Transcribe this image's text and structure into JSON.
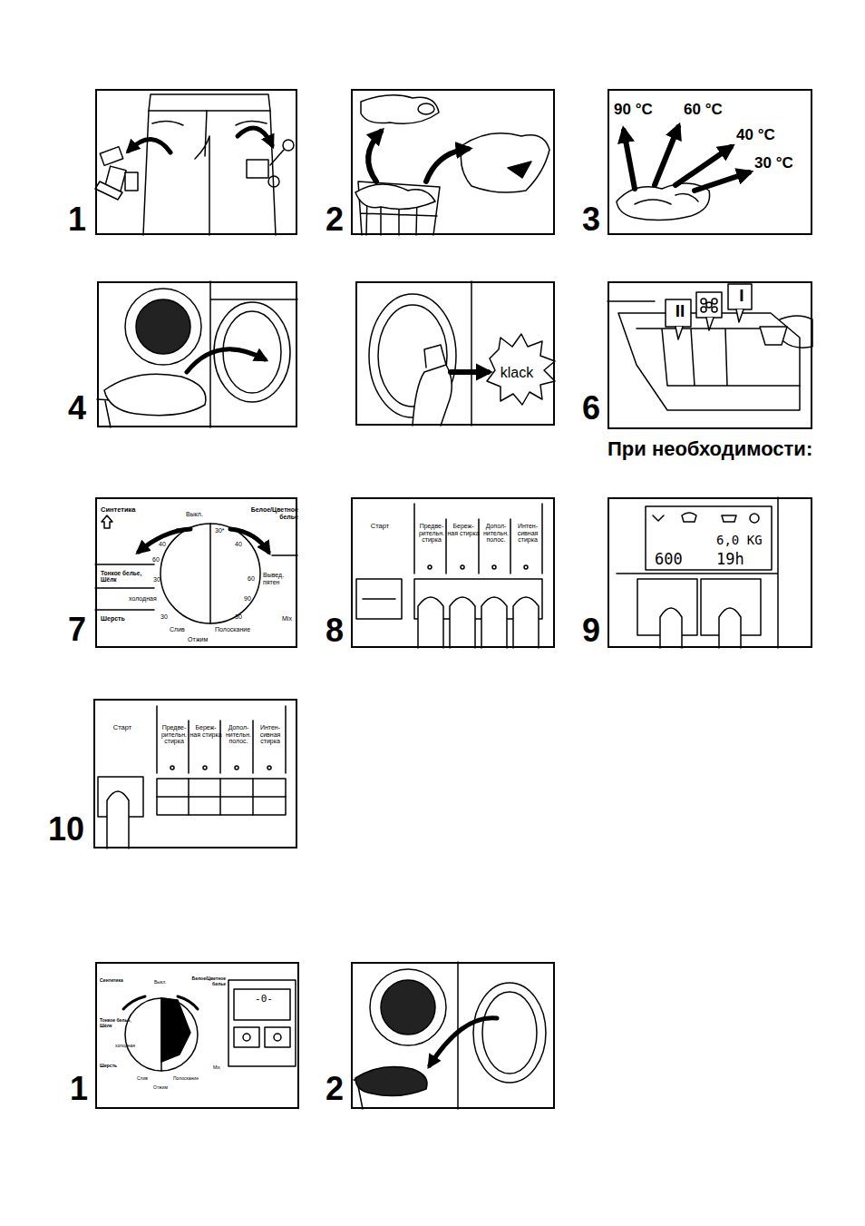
{
  "diagram": {
    "nodes": [
      {
        "text": [
          "1"
        ]
      },
      {
        "text": [
          "2"
        ]
      },
      {
        "text": [
          "3",
          "90 °C",
          "60 °C",
          "40 °C",
          "30 °C"
        ]
      },
      {
        "text": [
          "4"
        ]
      },
      {
        "text": [
          "klack"
        ]
      },
      {
        "text": [
          "6",
          "II",
          "I"
        ]
      },
      {
        "text": [
          "7",
          "Синтетика",
          "Выкл.",
          "Белое/Цветное белье",
          "30",
          "30*",
          "40",
          "40",
          "60",
          "60",
          "Тонкое белье, Шёлк",
          "30",
          "Вывед. пятен",
          "холодная",
          "90",
          "Шерсть",
          "30",
          "30",
          "Mix",
          "Слив",
          "Полоскание",
          "Отжим"
        ]
      },
      {
        "text": [
          "8",
          "Старт",
          "Предве- рительн. стирка",
          "Береж- ная стирка",
          "Допол- нительн. полос.",
          "Интен- сивная стирка"
        ]
      },
      {
        "text": [
          "9",
          "6,0 KG",
          "600",
          "19h"
        ]
      },
      {
        "text": [
          "10",
          "Старт",
          "Предве- рительн. стирка",
          "Береж- ная стирка",
          "Допол- нительн. полос.",
          "Интен- сивная стирка"
        ]
      },
      {
        "text": [
          "1",
          "Синтетика",
          "Выкл.",
          "Белое/Цветное белье",
          "Тонкое белье, Шёлк",
          "холодная",
          "Шерсть",
          "Mix",
          "Слив",
          "Полоскание",
          "Отжим",
          "-0-"
        ]
      },
      {
        "text": [
          "2"
        ]
      }
    ],
    "labels": [
      "При необходимости:"
    ]
  }
}
